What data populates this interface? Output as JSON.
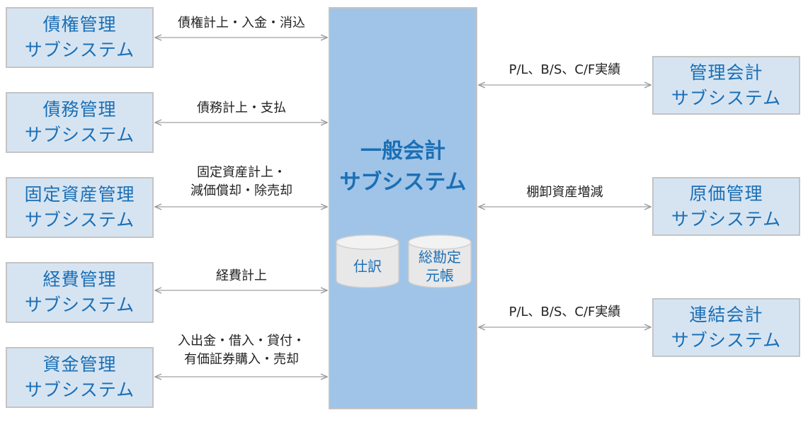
{
  "left_boxes": [
    {
      "line1": "債権管理",
      "line2": "サブシステム"
    },
    {
      "line1": "債務管理",
      "line2": "サブシステム"
    },
    {
      "line1": "固定資産管理",
      "line2": "サブシステム"
    },
    {
      "line1": "経費管理",
      "line2": "サブシステム"
    },
    {
      "line1": "資金管理",
      "line2": "サブシステム"
    }
  ],
  "right_boxes": [
    {
      "line1": "管理会計",
      "line2": "サブシステム"
    },
    {
      "line1": "原価管理",
      "line2": "サブシステム"
    },
    {
      "line1": "連結会計",
      "line2": "サブシステム"
    }
  ],
  "center": {
    "line1": "一般会計",
    "line2": "サブシステム",
    "db_journal": "仕訳",
    "db_ledger_line1": "総勘定",
    "db_ledger_line2": "元帳"
  },
  "left_connectors": [
    {
      "line1": "債権計上・入金・消込",
      "line2": ""
    },
    {
      "line1": "債務計上・支払",
      "line2": ""
    },
    {
      "line1": "固定資産計上・",
      "line2": "減価償却・除売却"
    },
    {
      "line1": "経費計上",
      "line2": ""
    },
    {
      "line1": "入出金・借入・貸付・",
      "line2": "有価証券購入・売却"
    }
  ],
  "right_connectors": [
    {
      "line1": "P/L、B/S、C/F実績"
    },
    {
      "line1": "棚卸資産増減"
    },
    {
      "line1": "P/L、B/S、C/F実績"
    }
  ],
  "colors": {
    "box_fill": "#d6e4f2",
    "center_fill": "#9fc4e7",
    "text_blue": "#1b6fb5",
    "arrow": "#b0b0b0"
  }
}
